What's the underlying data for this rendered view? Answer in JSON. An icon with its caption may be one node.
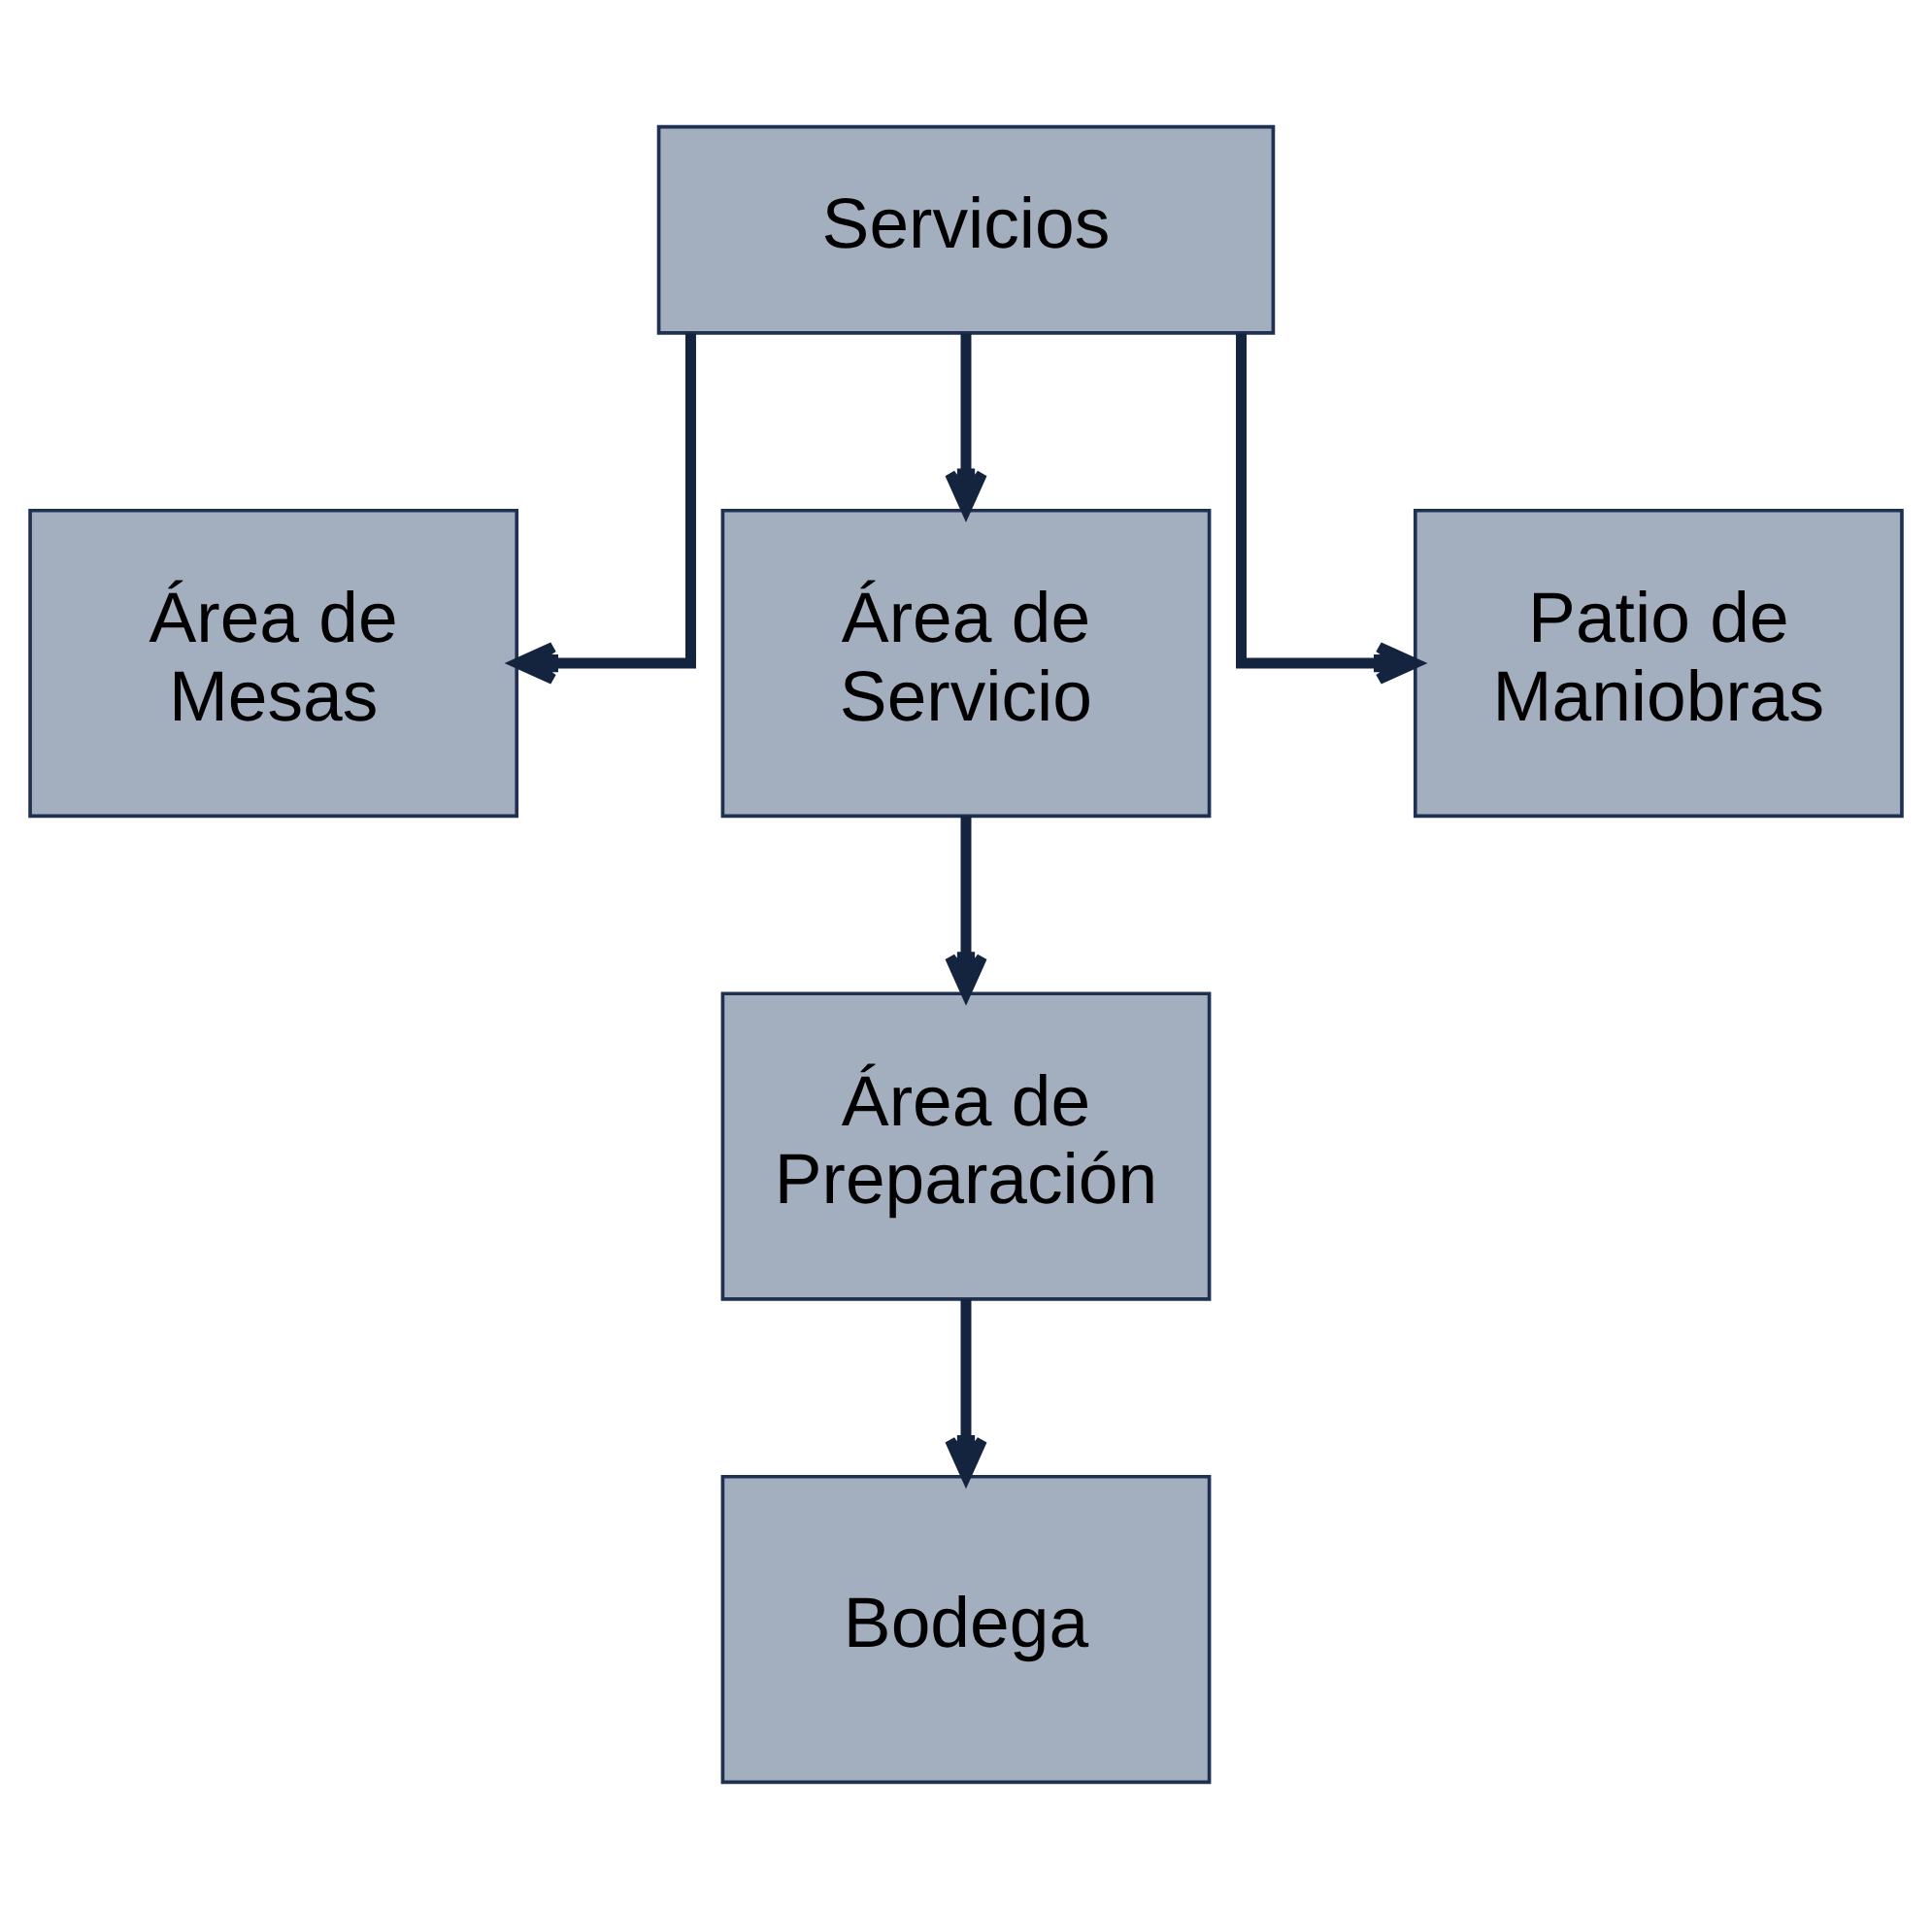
{
  "diagram": {
    "nodes": [
      {
        "text": [
          "Servicios"
        ]
      },
      {
        "text": [
          "Área de Mesas"
        ]
      },
      {
        "text": [
          "Área de Servicio"
        ]
      },
      {
        "text": [
          "Patio de Maniobras"
        ]
      },
      {
        "text": [
          "Área de Preparación"
        ]
      },
      {
        "text": [
          "Bodega"
        ]
      }
    ],
    "edges": [
      {
        "from": 0,
        "to": 1,
        "arrow": "to"
      },
      {
        "from": 0,
        "to": 2,
        "arrow": "to"
      },
      {
        "from": 0,
        "to": 3,
        "arrow": "to"
      },
      {
        "from": 2,
        "to": 4,
        "arrow": "to"
      },
      {
        "from": 4,
        "to": 5,
        "arrow": "to"
      }
    ]
  }
}
